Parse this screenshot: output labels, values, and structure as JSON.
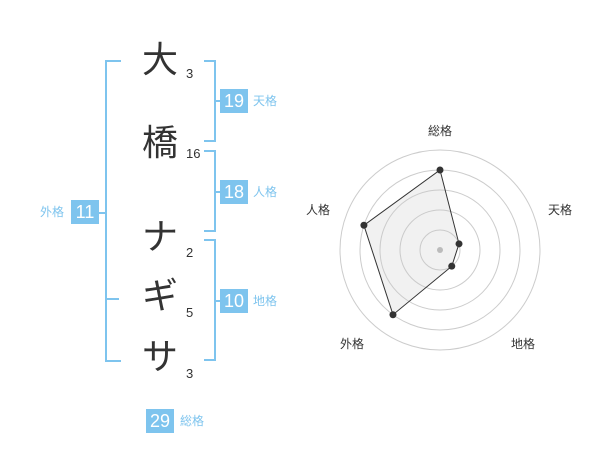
{
  "name_chars": [
    {
      "char": "大",
      "strokes": "3"
    },
    {
      "char": "橋",
      "strokes": "16"
    },
    {
      "char": "ナ",
      "strokes": "2"
    },
    {
      "char": "ギ",
      "strokes": "5"
    },
    {
      "char": "サ",
      "strokes": "3"
    }
  ],
  "kaku": {
    "tenkaku": {
      "value": "19",
      "label": "天格"
    },
    "jinkaku": {
      "value": "18",
      "label": "人格"
    },
    "chikaku": {
      "value": "10",
      "label": "地格"
    },
    "gaikaku": {
      "value": "11",
      "label": "外格"
    },
    "soukaku": {
      "value": "29",
      "label": "総格"
    }
  },
  "colors": {
    "accent": "#7ec4ee",
    "text": "#333333",
    "grid": "#cccccc"
  },
  "chart_data": {
    "type": "radar",
    "axes": [
      "総格",
      "天格",
      "地格",
      "外格",
      "人格"
    ],
    "values": [
      0.8,
      0.2,
      0.2,
      0.8,
      0.8
    ],
    "rings": 5
  }
}
